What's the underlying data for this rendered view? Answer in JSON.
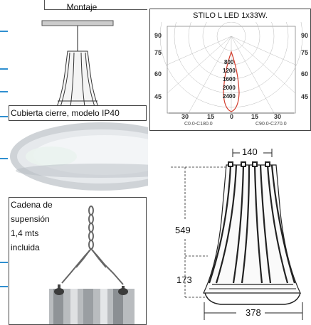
{
  "montaje": {
    "title": "Montaje"
  },
  "polar": {
    "title": "STILO L LED 1x33W.",
    "left_angles": [
      "90",
      "75",
      "60",
      "45"
    ],
    "right_angles": [
      "90",
      "75",
      "60",
      "45"
    ],
    "intensity_values": [
      "800",
      "1200",
      "1600",
      "2000",
      "2400"
    ],
    "bottom_angles": [
      "30",
      "15",
      "0",
      "15",
      "30"
    ],
    "legend_left": "C0.0-C180.0",
    "legend_right": "C90.0-C270.0"
  },
  "cover": {
    "label": "Cubierta cierre, modelo IP40"
  },
  "chain": {
    "label_lines": [
      "Cadena de",
      "supensión",
      "1,4 mts",
      "incluida"
    ]
  },
  "dimensions": {
    "top_width": "140",
    "height_total": "549",
    "height_lower": "173",
    "bottom_width": "378"
  },
  "colors": {
    "tick_blue": "#2f8fd0",
    "curve_red": "#d23c2c"
  }
}
